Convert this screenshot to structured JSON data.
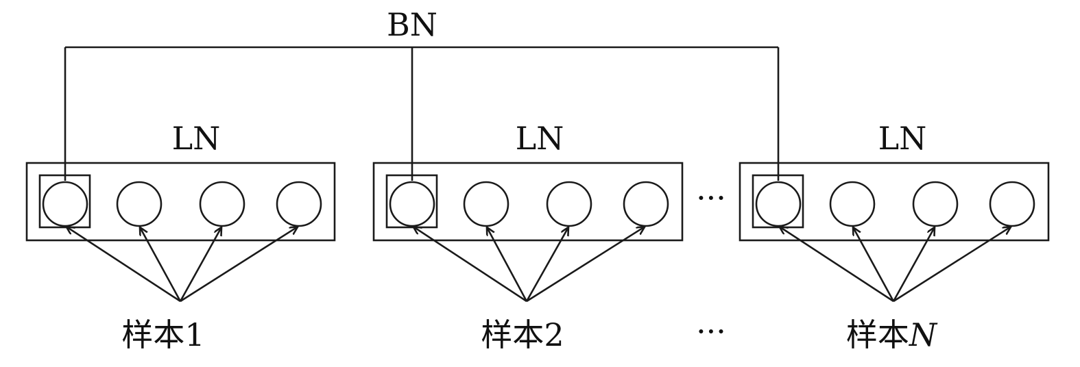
{
  "diagram": {
    "bn_label": "BN",
    "groups": [
      {
        "ln_label": "LN",
        "sample_prefix": "样本",
        "sample_index": "1",
        "index_italic": false
      },
      {
        "ln_label": "LN",
        "sample_prefix": "样本",
        "sample_index": "2",
        "index_italic": false
      },
      {
        "ln_label": "LN",
        "sample_prefix": "样本",
        "sample_index": "N",
        "index_italic": true
      }
    ],
    "ellipsis": "···",
    "neurons_per_group": 4,
    "stroke_color": "#1a1a1a"
  }
}
